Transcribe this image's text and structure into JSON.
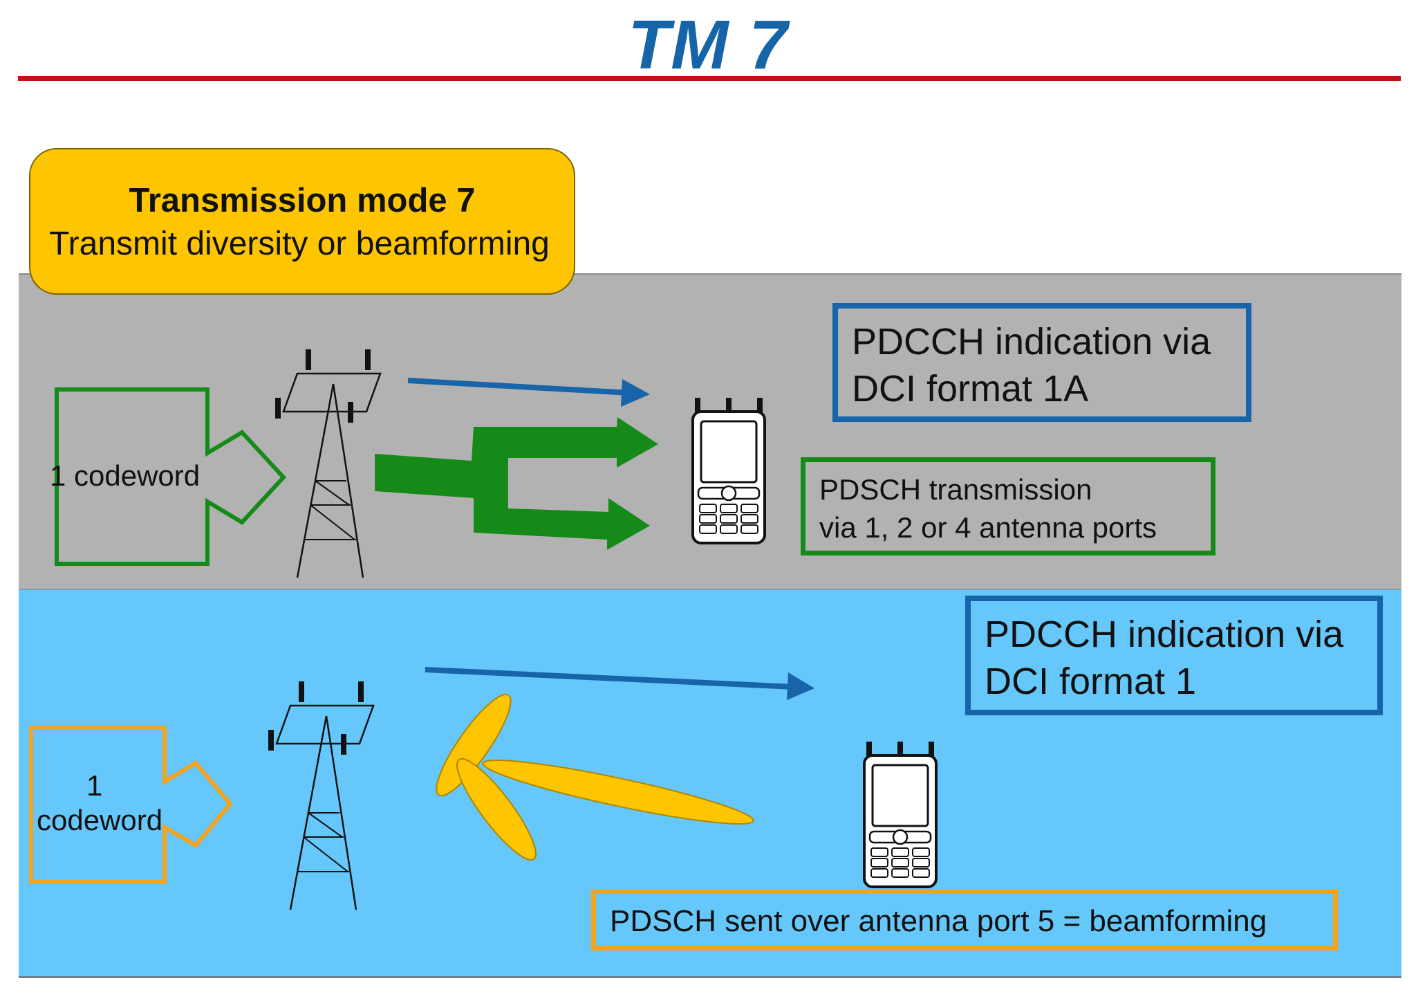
{
  "title": "TM 7",
  "colors": {
    "title": "#1565a8",
    "rule": "#c0121a",
    "band_top": "#b2b2b2",
    "band_bottom": "#66c7fa",
    "mode_box": "#fec503",
    "blue_border": "#1764a8",
    "green_border": "#168a18",
    "orange_border": "#f7a21d",
    "beam": "#fec503"
  },
  "mode": {
    "title": "Transmission mode 7",
    "subtitle": "Transmit diversity or beamforming"
  },
  "top_section": {
    "codeword_label": "1 codeword",
    "pdcch_line1": "PDCCH indication via",
    "pdcch_line2": "DCI format 1A",
    "pdsch_line1": "PDSCH transmission",
    "pdsch_line2": "via 1, 2  or 4 antenna ports"
  },
  "bottom_section": {
    "codeword_line1": "1",
    "codeword_line2": "codeword",
    "pdcch_line1": "PDCCH indication via",
    "pdcch_line2": "DCI format 1",
    "pdsch_label": "PDSCH sent over antenna port 5 = beamforming"
  },
  "icons": [
    "base-station-tower-icon",
    "mobile-phone-icon",
    "beam-lobe-icon",
    "arrow-icon"
  ]
}
